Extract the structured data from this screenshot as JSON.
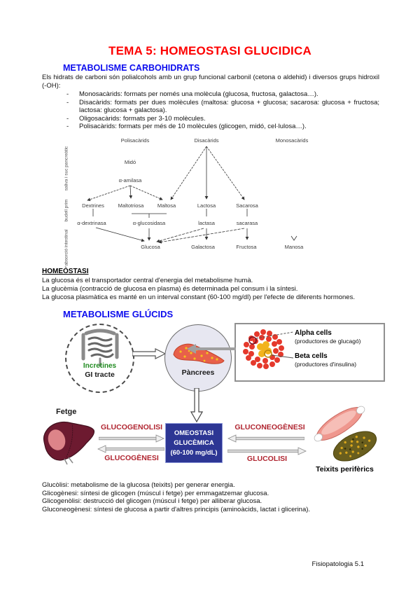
{
  "title": "TEMA 5: HOMEOSTASI GLUCIDICA",
  "footer": "Fisiopatologia 5.1",
  "colors": {
    "title_red": "#fe0000",
    "heading_blue": "#0d0dee",
    "flow_label_dark_red": "#b02530",
    "homeostasis_box_blue": "#2d3694",
    "incretines_green": "#1f8a1f"
  },
  "carbo": {
    "heading": "METABOLISME CARBOHIDRATS",
    "intro": "Els hidrats de carboni són polialcohols amb un grup funcional carbonil (cetona o aldehid) i diversos grups hidroxil (-OH):",
    "bullets": [
      "Monosacàrids: formats per només una molècula (glucosa, fructosa, galactosa…).",
      "Disacàrids: formats per dues molècules (maltosa: glucosa + glucosa; sacarosa: glucosa + fructosa; lactosa: glucosa + galactosa).",
      "Oligosacàrids: formats per 3-10 molècules.",
      "Polisacàrids: formats per més de 10 molècules (glicogen, midó, cel·lulosa…)."
    ]
  },
  "digestion": {
    "columns": [
      "Polisacàrids",
      "Disacàrids",
      "Monosacàrids"
    ],
    "stages": [
      "saliva i suc pancreàtic",
      "budell prim",
      "absorció intestinal"
    ],
    "nodes": {
      "mido": "Midó",
      "amilasa": "α-amilasa",
      "dextrines": "Dextrines",
      "maltotriosa": "Maltotriosa",
      "maltosa": "Maltosa",
      "lactosa": "Lactosa",
      "sacarosa": "Sacarosa",
      "dextrinasa": "α-dextrinasa",
      "glucosidasa": "α-glucosidasa",
      "lactasa": "lactasa",
      "sacarasa": "sacarasa",
      "glucosa": "Glucosa",
      "galactosa": "Galactosa",
      "fructosa": "Fructosa",
      "manosa": "Manosa"
    }
  },
  "homeostasi": {
    "heading": "HOMEÒSTASI",
    "lines": [
      "La glucosa és el transportador central d'energia del metabolisme humà.",
      "La glucèmia (contracció de glucosa en plasma) és determinada pel consum i la síntesi.",
      "La glucosa plasmàtica es manté en un interval constant (60-100 mg/dl) per l'efecte de diferents hormones."
    ]
  },
  "glucids": {
    "heading": "METABOLISME GLÚCIDS"
  },
  "organs": {
    "gi_label1": "Incretines",
    "gi_label2": "GI tracte",
    "pancreas": "Pàncrees",
    "alpha_title": "Alpha cells",
    "alpha_sub": "(productores de glucagó)",
    "beta_title": "Beta cells",
    "beta_sub": "(productores d'insulina)"
  },
  "flow": {
    "liver": "Fetge",
    "center": [
      "OMEOSTASI",
      "GLUCÈMICA",
      "(60-100 mg/dL)"
    ],
    "left_top": "GLUCOGENOLISI",
    "left_bottom": "GLUCOGÈNESI",
    "right_top": "GLUCONEOGÈNESI",
    "right_bottom": "GLUCOLISI",
    "tissues": "Teixits perifèrics"
  },
  "definitions": [
    "Glucòlisi: metabolisme de la glucosa (teixits) per generar energia.",
    "Glicogènesi: síntesi de glicogen (múscul i fetge) per emmagatzemar glucosa.",
    "Glicogenòlisi: destrucció del glicogen (múscul i fetge) per alliberar glucosa.",
    "Gluconeogènesi: síntesi de glucosa a partir d'altres principis (aminoàcids, lactat i glicerina)."
  ]
}
